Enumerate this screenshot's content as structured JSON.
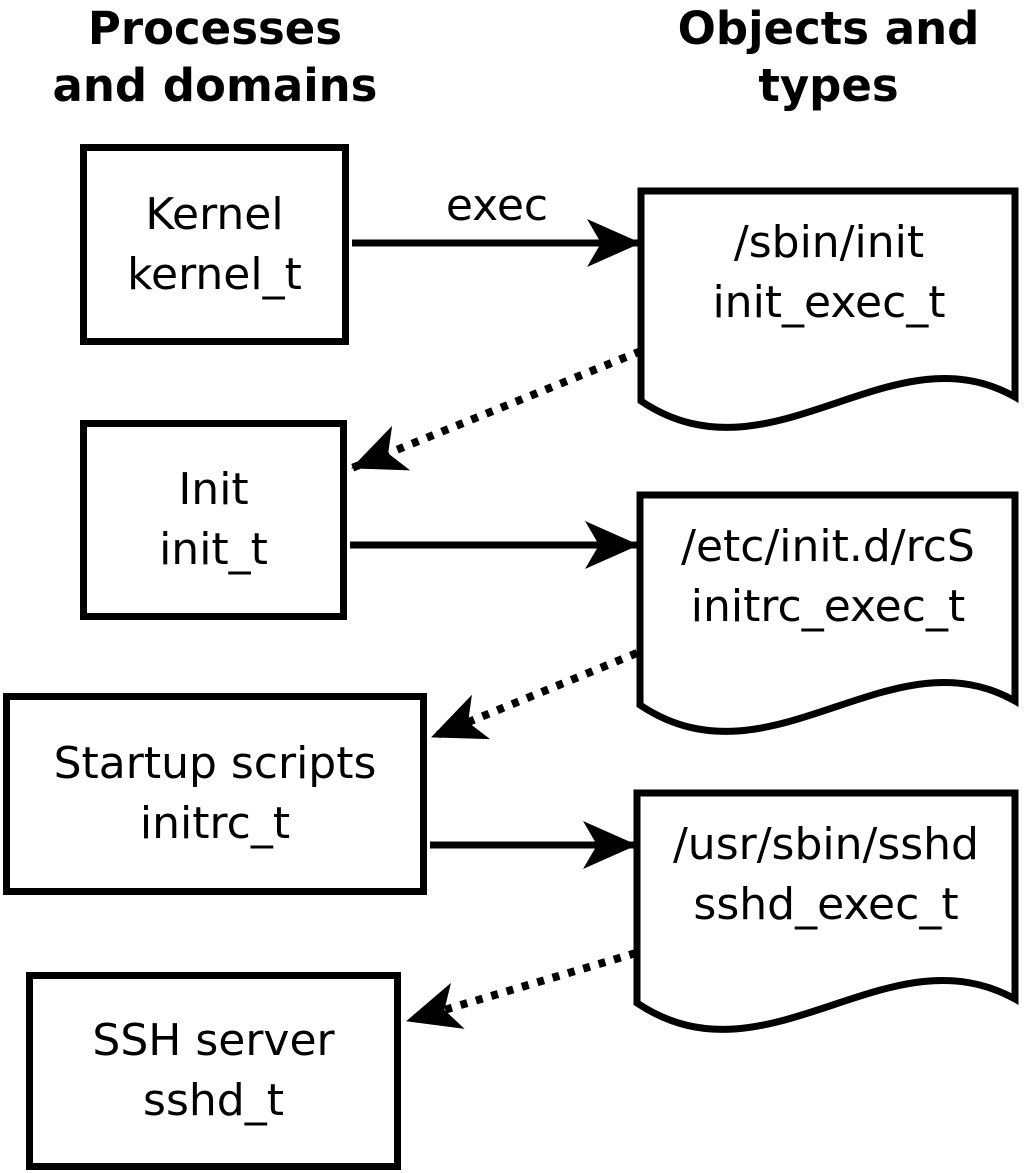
{
  "diagram": {
    "columns": {
      "processes": {
        "line1": "Processes",
        "line2": "and domains"
      },
      "objects": {
        "line1": "Objects and",
        "line2": "types"
      }
    },
    "processes": [
      {
        "name": "Kernel",
        "domain": "kernel_t"
      },
      {
        "name": "Init",
        "domain": "init_t"
      },
      {
        "name": "Startup scripts",
        "domain": "initrc_t"
      },
      {
        "name": "SSH server",
        "domain": "sshd_t"
      }
    ],
    "objects": [
      {
        "path": "/sbin/init",
        "type": "init_exec_t"
      },
      {
        "path": "/etc/init.d/rcS",
        "type": "initrc_exec_t"
      },
      {
        "path": "/usr/sbin/sshd",
        "type": "sshd_exec_t"
      }
    ],
    "edge_label": "exec",
    "edges": [
      {
        "from": "Kernel (kernel_t)",
        "to": "/sbin/init (init_exec_t)",
        "style": "solid",
        "label": "exec"
      },
      {
        "from": "/sbin/init (init_exec_t)",
        "to": "Init (init_t)",
        "style": "dotted",
        "label": ""
      },
      {
        "from": "Init (init_t)",
        "to": "/etc/init.d/rcS (initrc_exec_t)",
        "style": "solid",
        "label": ""
      },
      {
        "from": "/etc/init.d/rcS (initrc_exec_t)",
        "to": "Startup scripts (initrc_t)",
        "style": "dotted",
        "label": ""
      },
      {
        "from": "Startup scripts (initrc_t)",
        "to": "/usr/sbin/sshd (sshd_exec_t)",
        "style": "solid",
        "label": ""
      },
      {
        "from": "/usr/sbin/sshd (sshd_exec_t)",
        "to": "SSH server (sshd_t)",
        "style": "dotted",
        "label": ""
      }
    ],
    "colors": {
      "line": "#000000",
      "background": "#ffffff"
    }
  }
}
